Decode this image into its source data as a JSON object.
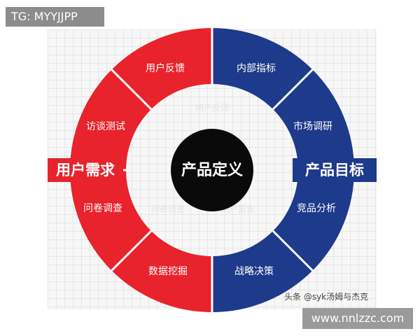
{
  "badges": {
    "top_left": "TG: MYYJJPP",
    "bottom_right": "www.nnlzzc.com"
  },
  "diagram": {
    "center": "产品定义",
    "left_tab": "用户需求",
    "right_tab": "产品目标",
    "left_segments": [
      "用户反馈",
      "访谈测试",
      "问卷调查",
      "数据挖掘"
    ],
    "right_segments": [
      "内部指标",
      "市场调研",
      "竞品分析",
      "战略决策"
    ],
    "ghost_texts": [
      "用户反馈",
      "问卷调查",
      "用户报告"
    ],
    "watermark": "头条 @syk汤姆与杰克",
    "colors": {
      "left": "#e8232b",
      "right": "#1e3a8a",
      "center": "#0a0a0a",
      "divider": "#ffffff"
    }
  }
}
